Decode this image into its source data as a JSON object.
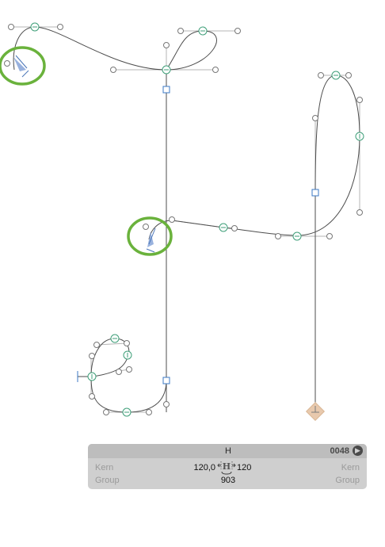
{
  "info_panel": {
    "glyph_name": "H",
    "unicode": "0048",
    "kern_left_label": "Kern",
    "kern_right_label": "Kern",
    "group_left_label": "Group",
    "group_right_label": "Group",
    "left_sidebearing": "120,0",
    "right_sidebearing": "120",
    "width": "903",
    "glyph_icon_letter": "H"
  },
  "icons": {
    "jump_to_glyph": "right-arrow-circle-icon",
    "metrics": "sidebearing-metrics-icon",
    "anchor": "anchor-diamond-icon",
    "path_start": "path-start-arrow-icon"
  },
  "colors": {
    "path_stroke": "#4d4d4d",
    "handle_line": "#b5b5b5",
    "on_curve_node": "#3f9f79",
    "corner_node": "#3b78c4",
    "start_arrow": "#4a76b8",
    "highlight_ring": "#6ab23c",
    "anchor_fill": "#e8c9ad",
    "panel_background": "#cfcfcf",
    "panel_header": "#bdbdbd"
  }
}
